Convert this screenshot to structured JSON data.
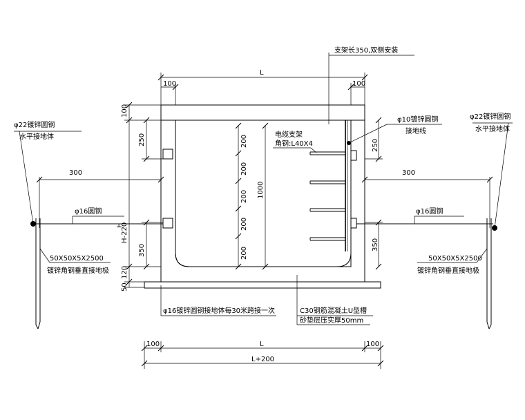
{
  "annotations": {
    "bracket_note": "支架长350,双侧安装",
    "cable_bracket": "电缆支架",
    "angle_steel": "角钢:L40X4",
    "ground_wire_right": "φ10镀锌圆钢",
    "ground_wire_right_2": "接地线",
    "horiz_ground_left": "φ22镀锌圆钢",
    "horiz_ground_left_2": "水平接地体",
    "horiz_ground_right": "φ22镀锌圆钢",
    "horiz_ground_right_2": "水平接地体",
    "round_steel_left": "φ16圆钢",
    "round_steel_right": "φ16圆钢",
    "angle_pole_left": "50X50X5X2500",
    "angle_pole_left_2": "镀锌角钢垂直接地极",
    "angle_pole_right": "50X50X5X2500",
    "angle_pole_right_2": "镀锌角钢垂直接地极",
    "bottom_ground": "φ16镀锌圆钢接地体每30米跨接一次",
    "trough": "C30钢筋混凝土U型槽",
    "cushion": "砂垫层压实厚50mm"
  },
  "dimensions": {
    "top_L": "L",
    "top_left_100": "100",
    "top_right_100": "100",
    "left_100": "100",
    "left_250": "250",
    "right_250": "250",
    "left_350": "350",
    "right_350": "350",
    "h_220": "H-220",
    "h": "H",
    "d_120": "120",
    "d_50": "50",
    "spacing": [
      "200",
      "200",
      "200",
      "200",
      "200"
    ],
    "d_1000": "1000",
    "left_300": "300",
    "right_300": "300",
    "bot_L": "L",
    "bot_left_100": "100",
    "bot_right_100": "100",
    "bot_total": "L+200"
  }
}
